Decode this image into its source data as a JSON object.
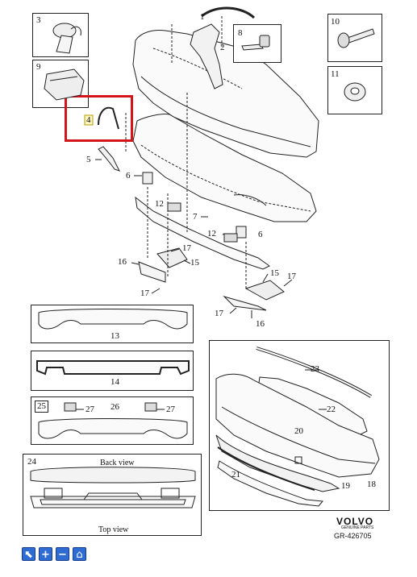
{
  "callouts": {
    "c1": "1",
    "c2": "2",
    "c3": "3",
    "c4": "4",
    "c5": "5",
    "c6a": "6",
    "c6b": "6",
    "c7": "7",
    "c8": "8",
    "c9": "9",
    "c10": "10",
    "c11": "11",
    "c12a": "12",
    "c12b": "12",
    "c13": "13",
    "c14": "14",
    "c15a": "15",
    "c15b": "15",
    "c16a": "16",
    "c16b": "16",
    "c17a": "17",
    "c17b": "17",
    "c17c": "17",
    "c17d": "17",
    "c18": "18",
    "c19": "19",
    "c20": "20",
    "c21": "21",
    "c22": "22",
    "c23": "23",
    "c24": "24",
    "c25": "25",
    "c26": "26",
    "c27a": "27",
    "c27b": "27"
  },
  "inset24": {
    "back_view": "Back view",
    "top_view": "Top view"
  },
  "brand": {
    "name": "VOLVO",
    "subtitle": "GENUINE PARTS",
    "diagram_code": "GR-426705"
  },
  "highlight": {
    "color": "#d4141b",
    "target_part": "4"
  },
  "toolbar": [
    {
      "name": "cursor-button",
      "icon": "cursor-icon",
      "glyph": "⬉"
    },
    {
      "name": "zoom-in-button",
      "icon": "plus-icon",
      "glyph": "+"
    },
    {
      "name": "zoom-out-button",
      "icon": "minus-icon",
      "glyph": "−"
    },
    {
      "name": "home-button",
      "icon": "home-icon",
      "glyph": "⌂"
    }
  ]
}
